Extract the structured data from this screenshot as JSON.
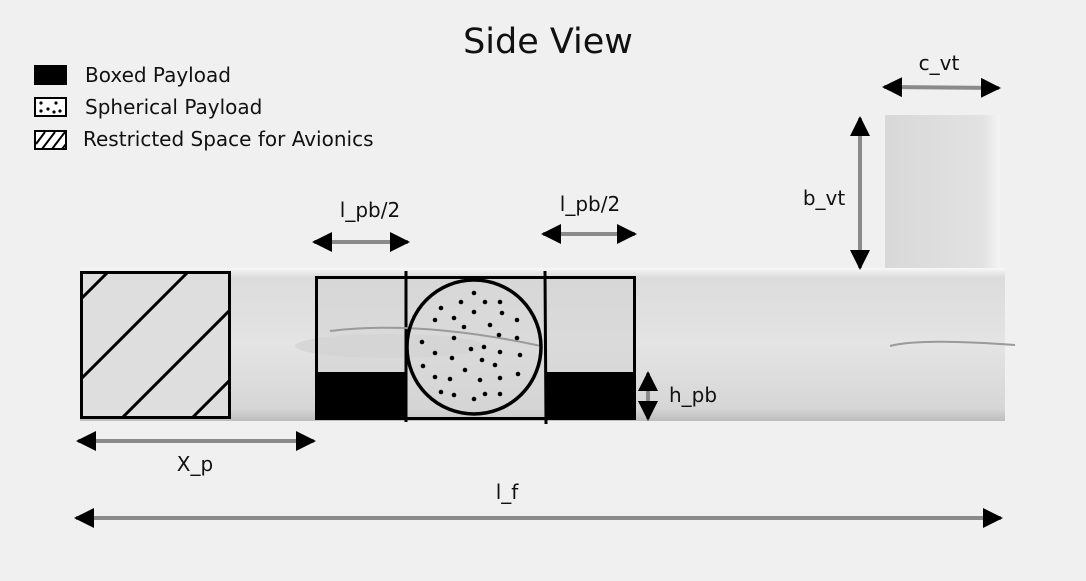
{
  "title": "Side View",
  "legend": [
    {
      "label": "Boxed Payload",
      "icon": "solid-black-square"
    },
    {
      "label": "Spherical Payload",
      "icon": "dotted-square"
    },
    {
      "label": "Restricted Space for Avionics",
      "icon": "hatched-square"
    }
  ],
  "dimensions": {
    "c_vt": "c_vt",
    "b_vt": "b_vt",
    "l_pb_half_left": "l_pb/2",
    "l_pb_half_right": "l_pb/2",
    "h_pb": "h_pb",
    "x_p": "X_p",
    "l_f": "l_f"
  },
  "colors": {
    "line": "#000000",
    "shaft": "#8a8a8a",
    "body": "#d9d9d9",
    "background": "#f0f0f0"
  }
}
